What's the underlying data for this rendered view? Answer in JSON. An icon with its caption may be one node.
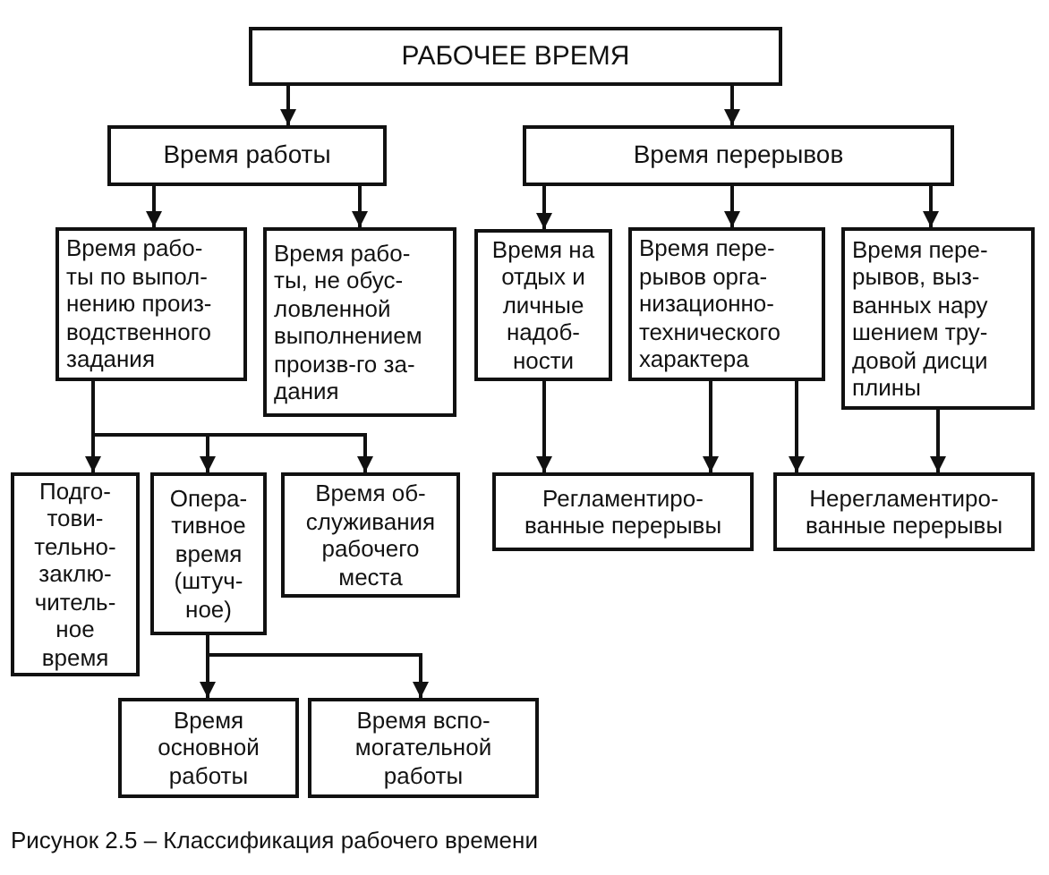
{
  "diagram": {
    "caption": "Рисунок 2.5 – Классификация рабочего времени",
    "nodes": [
      {
        "text": [
          "РАБОЧЕЕ ВРЕМЯ"
        ]
      },
      {
        "text": [
          "Время работы"
        ]
      },
      {
        "text": [
          "Время перерывов"
        ]
      },
      {
        "text": [
          "Время рабо- ты по выпол- нению произ- водственного задания"
        ]
      },
      {
        "text": [
          "Время рабо- ты, не обус- ловленной выполнением произв-го за- дания"
        ]
      },
      {
        "text": [
          "Время на отдых и личные надоб- ности"
        ]
      },
      {
        "text": [
          "Время пере- рывов орга- низационно- технического характера"
        ]
      },
      {
        "text": [
          "Время пере- рывов, выз- ванных нару шением тру- довой дисци плины"
        ]
      },
      {
        "text": [
          "Подго- тови- тельно- заклю- читель- ное время"
        ]
      },
      {
        "text": [
          "Опера- тивное время (штуч- ное)"
        ]
      },
      {
        "text": [
          "Время об- служивания рабочего места"
        ]
      },
      {
        "text": [
          "Регламентиро- ванные перерывы"
        ]
      },
      {
        "text": [
          "Нерегламентиро- ванные перерывы"
        ]
      },
      {
        "text": [
          "Время основной работы"
        ]
      },
      {
        "text": [
          "Время вспо- могательной работы"
        ]
      }
    ],
    "edges": [
      {
        "from": 0,
        "to": 1,
        "arrow": "to"
      },
      {
        "from": 0,
        "to": 2,
        "arrow": "to"
      },
      {
        "from": 1,
        "to": 3,
        "arrow": "to"
      },
      {
        "from": 1,
        "to": 4,
        "arrow": "to"
      },
      {
        "from": 2,
        "to": 5,
        "arrow": "to"
      },
      {
        "from": 2,
        "to": 6,
        "arrow": "to"
      },
      {
        "from": 2,
        "to": 7,
        "arrow": "to"
      },
      {
        "from": 3,
        "to": 8,
        "arrow": "to"
      },
      {
        "from": 3,
        "to": 9,
        "arrow": "to"
      },
      {
        "from": 3,
        "to": 10,
        "arrow": "to"
      },
      {
        "from": 5,
        "to": 11,
        "arrow": "to"
      },
      {
        "from": 6,
        "to": 11,
        "arrow": "to"
      },
      {
        "from": 6,
        "to": 12,
        "arrow": "to"
      },
      {
        "from": 7,
        "to": 12,
        "arrow": "to"
      },
      {
        "from": 9,
        "to": 13,
        "arrow": "to"
      },
      {
        "from": 9,
        "to": 14,
        "arrow": "to"
      }
    ]
  }
}
